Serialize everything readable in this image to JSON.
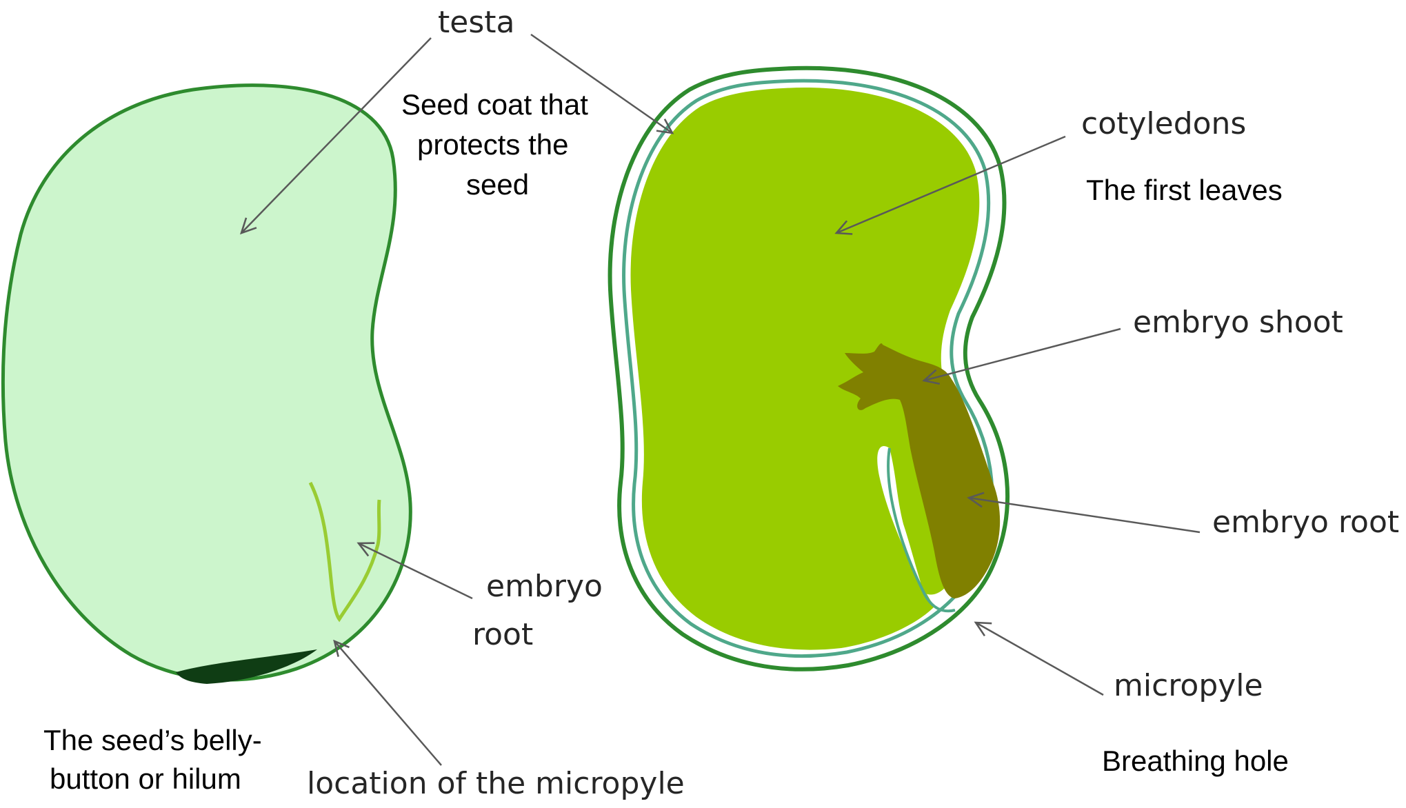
{
  "labels": {
    "testa": "testa",
    "testa_desc_1": "Seed coat that",
    "testa_desc_2": "protects the",
    "testa_desc_3": "seed",
    "cotyledons": "cotyledons",
    "cotyledons_desc": "The first leaves",
    "embryo_shoot": "embryo shoot",
    "embryo_root_right": "embryo root",
    "embryo_root_left_1": "embryo",
    "embryo_root_left_2": "root",
    "micropyle": "micropyle",
    "micropyle_desc": "Breathing hole",
    "hilum_desc_1": "The seed’s belly-",
    "hilum_desc_2": "button or hilum",
    "micropyle_location": "location of the micropyle"
  },
  "colors": {
    "outline": "#2e8b2e",
    "seed_exterior_fill": "#ccf5cc",
    "testa_inner_line": "#4fa88a",
    "cotyledon_fill": "#99cc00",
    "embryo_fill": "#808000",
    "hilum_fill": "#0f3d14",
    "embryo_root_sketch": "#99cc33",
    "arrow": "#595959"
  },
  "icons": {
    "arrows": "arrow-pointer-lines"
  }
}
